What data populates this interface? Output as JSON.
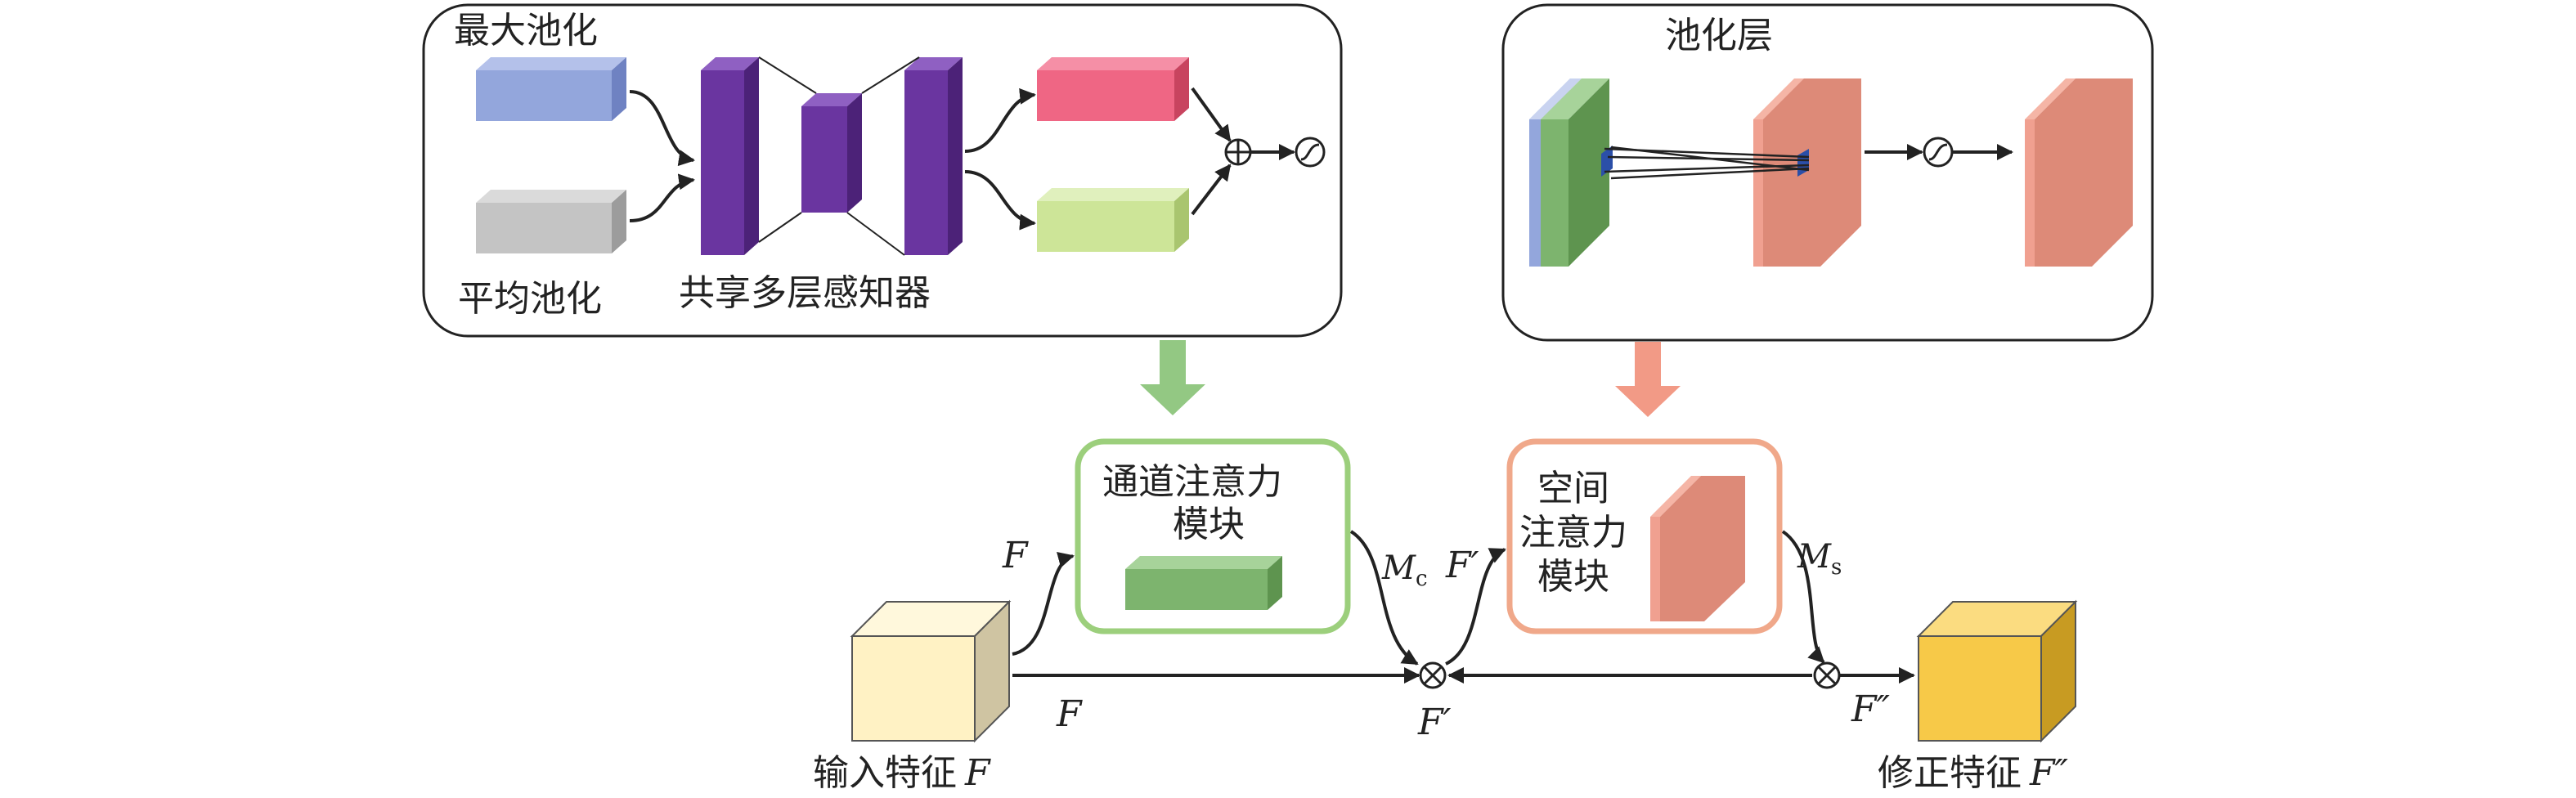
{
  "labels": {
    "max_pool": "最大池化",
    "avg_pool": "平均池化",
    "shared_mlp": "共享多层感知器",
    "pool_layer": "池化层",
    "channel_module_line1": "通道注意力",
    "channel_module_line2": "模块",
    "spatial_module_line1": "空间",
    "spatial_module_line2": "注意力",
    "spatial_module_line3": "模块",
    "input_feature_text": "输入特征",
    "refined_feature_text": "修正特征"
  },
  "symbols": {
    "F": "F",
    "F_prime": "F′",
    "F_double_prime": "F″",
    "M": "M",
    "c_sub": "c",
    "s_sub": "s"
  },
  "colors": {
    "max_pool_bar": "#93a6dc",
    "avg_pool_bar": "#c4c4c4",
    "mlp": "#6a35a0",
    "mlp_out_top": "#ef6684",
    "mlp_out_bottom": "#cde598",
    "feature_blue": "#93a6dc",
    "feature_green": "#7db46e",
    "spatial_map": "#e88a76",
    "input_cube": "#fff2c4",
    "output_cube": "#f7c948",
    "channel_frame": "#9ccf7c",
    "spatial_frame": "#f0a88a",
    "green_arrow": "#93c883",
    "salmon_arrow": "#f29a86"
  },
  "icons": [
    "sum-operator-icon",
    "sigmoid-icon",
    "multiply-operator-icon"
  ]
}
